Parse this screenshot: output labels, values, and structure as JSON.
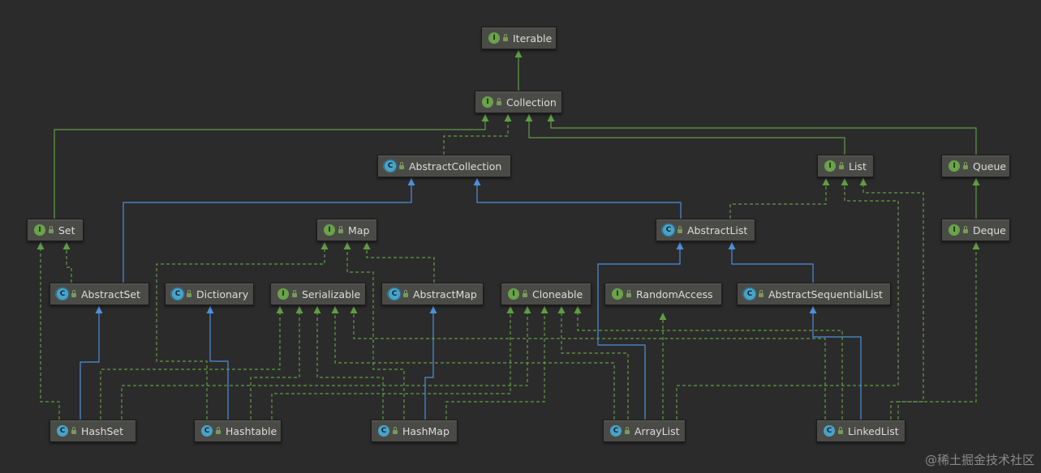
{
  "nodes": [
    {
      "id": "Iterable",
      "kind": "interface",
      "label": "Iterable"
    },
    {
      "id": "Collection",
      "kind": "interface",
      "label": "Collection"
    },
    {
      "id": "AbstractCollection",
      "kind": "abstract",
      "label": "AbstractCollection"
    },
    {
      "id": "List",
      "kind": "interface",
      "label": "List"
    },
    {
      "id": "Queue",
      "kind": "interface",
      "label": "Queue"
    },
    {
      "id": "Set",
      "kind": "interface",
      "label": "Set"
    },
    {
      "id": "Map",
      "kind": "interface",
      "label": "Map"
    },
    {
      "id": "AbstractList",
      "kind": "abstract",
      "label": "AbstractList"
    },
    {
      "id": "Deque",
      "kind": "interface",
      "label": "Deque"
    },
    {
      "id": "AbstractSet",
      "kind": "abstract",
      "label": "AbstractSet"
    },
    {
      "id": "Dictionary",
      "kind": "abstract",
      "label": "Dictionary"
    },
    {
      "id": "Serializable",
      "kind": "interface",
      "label": "Serializable"
    },
    {
      "id": "AbstractMap",
      "kind": "abstract",
      "label": "AbstractMap"
    },
    {
      "id": "Cloneable",
      "kind": "interface",
      "label": "Cloneable"
    },
    {
      "id": "RandomAccess",
      "kind": "interface",
      "label": "RandomAccess"
    },
    {
      "id": "AbstractSequentialList",
      "kind": "abstract",
      "label": "AbstractSequentialList"
    },
    {
      "id": "HashSet",
      "kind": "class",
      "label": "HashSet"
    },
    {
      "id": "Hashtable",
      "kind": "class",
      "label": "Hashtable"
    },
    {
      "id": "HashMap",
      "kind": "class",
      "label": "HashMap"
    },
    {
      "id": "ArrayList",
      "kind": "class",
      "label": "ArrayList"
    },
    {
      "id": "LinkedList",
      "kind": "class",
      "label": "LinkedList"
    }
  ],
  "edges": [
    {
      "from": "Collection",
      "to": "Iterable",
      "type": "extends-interface"
    },
    {
      "from": "Set",
      "to": "Collection",
      "type": "extends-interface"
    },
    {
      "from": "AbstractCollection",
      "to": "Collection",
      "type": "implements"
    },
    {
      "from": "List",
      "to": "Collection",
      "type": "extends-interface"
    },
    {
      "from": "Queue",
      "to": "Collection",
      "type": "extends-interface"
    },
    {
      "from": "Deque",
      "to": "Queue",
      "type": "extends-interface"
    },
    {
      "from": "AbstractSet",
      "to": "AbstractCollection",
      "type": "extends-class"
    },
    {
      "from": "AbstractList",
      "to": "AbstractCollection",
      "type": "extends-class"
    },
    {
      "from": "AbstractSet",
      "to": "Set",
      "type": "implements"
    },
    {
      "from": "AbstractList",
      "to": "List",
      "type": "implements"
    },
    {
      "from": "AbstractMap",
      "to": "Map",
      "type": "implements"
    },
    {
      "from": "AbstractSequentialList",
      "to": "AbstractList",
      "type": "extends-class"
    },
    {
      "from": "HashSet",
      "to": "AbstractSet",
      "type": "extends-class"
    },
    {
      "from": "HashSet",
      "to": "Set",
      "type": "implements"
    },
    {
      "from": "HashSet",
      "to": "Serializable",
      "type": "implements"
    },
    {
      "from": "HashSet",
      "to": "Cloneable",
      "type": "implements"
    },
    {
      "from": "Hashtable",
      "to": "Dictionary",
      "type": "extends-class"
    },
    {
      "from": "Hashtable",
      "to": "Map",
      "type": "implements"
    },
    {
      "from": "Hashtable",
      "to": "Serializable",
      "type": "implements"
    },
    {
      "from": "Hashtable",
      "to": "Cloneable",
      "type": "implements"
    },
    {
      "from": "HashMap",
      "to": "AbstractMap",
      "type": "extends-class"
    },
    {
      "from": "HashMap",
      "to": "Map",
      "type": "implements"
    },
    {
      "from": "HashMap",
      "to": "Serializable",
      "type": "implements"
    },
    {
      "from": "HashMap",
      "to": "Cloneable",
      "type": "implements"
    },
    {
      "from": "ArrayList",
      "to": "AbstractList",
      "type": "extends-class"
    },
    {
      "from": "ArrayList",
      "to": "List",
      "type": "implements"
    },
    {
      "from": "ArrayList",
      "to": "RandomAccess",
      "type": "implements"
    },
    {
      "from": "ArrayList",
      "to": "Serializable",
      "type": "implements"
    },
    {
      "from": "ArrayList",
      "to": "Cloneable",
      "type": "implements"
    },
    {
      "from": "LinkedList",
      "to": "AbstractSequentialList",
      "type": "extends-class"
    },
    {
      "from": "LinkedList",
      "to": "List",
      "type": "implements"
    },
    {
      "from": "LinkedList",
      "to": "Deque",
      "type": "implements"
    },
    {
      "from": "LinkedList",
      "to": "Serializable",
      "type": "implements"
    },
    {
      "from": "LinkedList",
      "to": "Cloneable",
      "type": "implements"
    }
  ],
  "icon_names": {
    "interface": "interface-icon",
    "abstract": "abstract-class-icon",
    "class": "class-icon",
    "access": "lock-icon"
  },
  "icon_letters": {
    "interface": "I",
    "abstract": "C",
    "class": "C"
  },
  "colors": {
    "background": "#2b2b2b",
    "node_fill": "#4a4b47",
    "interface_icon": "#6aa34a",
    "class_icon": "#4aa3c7",
    "extends_interface_edge": "#5f9c45",
    "extends_class_edge": "#4d8fd9",
    "implements_edge": "#5f9c45"
  },
  "watermark": "@稀土掘金技术社区"
}
